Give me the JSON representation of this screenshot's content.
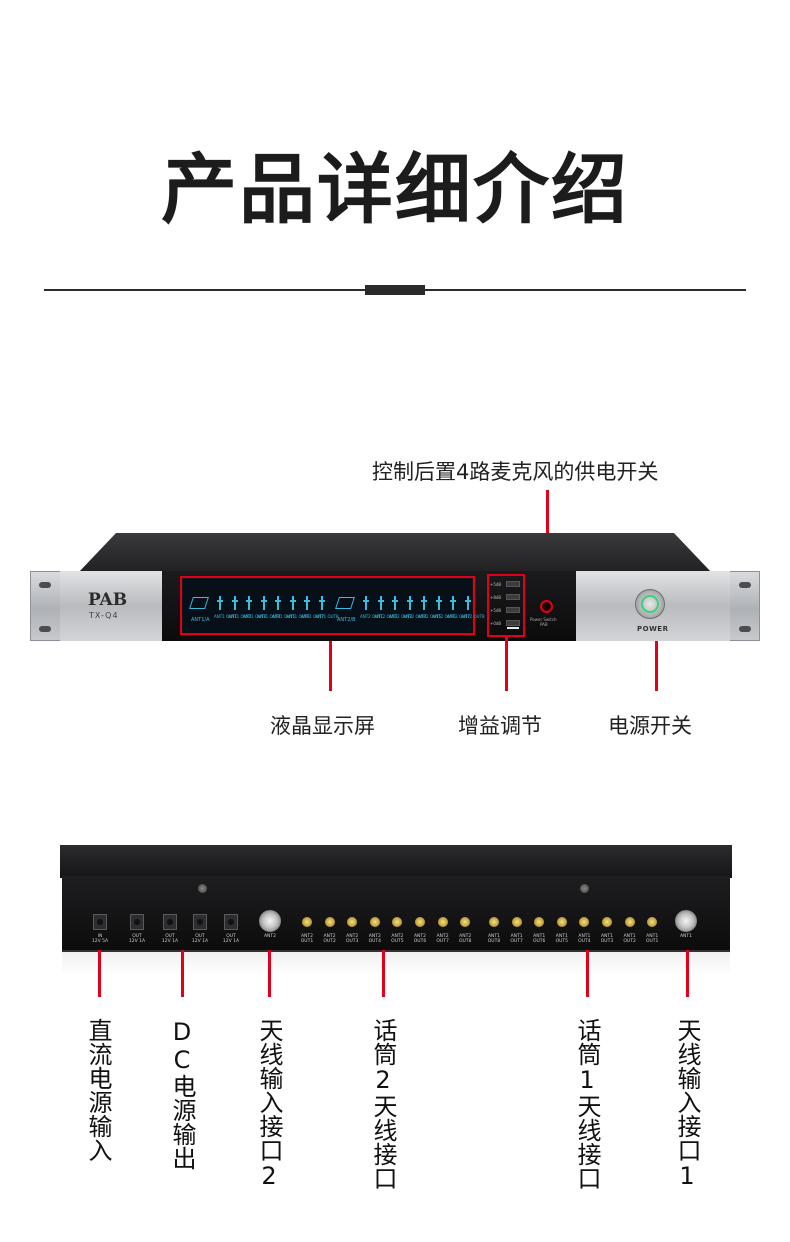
{
  "header": {
    "title": "产品详细介绍"
  },
  "front": {
    "brand": "PAB",
    "model": "TX-Q4",
    "lcd": {
      "ant_left": "ANT1/A",
      "ant_right": "ANT2/B",
      "channels_left": [
        "ANT1 OUT1",
        "ANT1 OUT2",
        "ANT1 OUT3",
        "ANT1 OUT4",
        "ANT1 OUT5",
        "ANT1 OUT6",
        "ANT1 OUT7",
        "ANT1 OUT8"
      ],
      "channels_right": [
        "ANT2 OUT1",
        "ANT2 OUT2",
        "ANT2 OUT3",
        "ANT2 OUT4",
        "ANT2 OUT5",
        "ANT2 OUT6",
        "ANT2 OUT7",
        "ANT2 OUT8"
      ]
    },
    "gain_levels": [
      "+5dB",
      "+8dB",
      "+5dB",
      "+0dB"
    ],
    "power_switch_label": "Power Switch",
    "power_switch_sub": "PAB",
    "power_label": "POWER",
    "callouts": {
      "top": "控制后置4路麦克风的供电开关",
      "lcd": "液晶显示屏",
      "gain": "增益调节",
      "power": "电源开关"
    }
  },
  "rear": {
    "dc_ports": [
      {
        "name": "IN",
        "spec": "12V 5A"
      },
      {
        "name": "OUT",
        "spec": "12V 1A"
      },
      {
        "name": "OUT",
        "spec": "12V 1A"
      },
      {
        "name": "OUT",
        "spec": "12V 1A"
      },
      {
        "name": "OUT",
        "spec": "12V 1A"
      }
    ],
    "ant2_label": "ANT2",
    "ant1_label": "ANT1",
    "ant2_outputs": [
      "ANT2 OUT1",
      "ANT2 OUT2",
      "ANT2 OUT3",
      "ANT2 OUT4",
      "ANT2 OUT5",
      "ANT2 OUT6",
      "ANT2 OUT7",
      "ANT2 OUT8"
    ],
    "ant1_outputs": [
      "ANT1 OUT8",
      "ANT1 OUT7",
      "ANT1 OUT6",
      "ANT1 OUT5",
      "ANT1 OUT4",
      "ANT1 OUT3",
      "ANT1 OUT2",
      "ANT1 OUT1"
    ],
    "callouts": {
      "dc_in": "直流电源输入",
      "dc_out": "DC电源输出",
      "ant2_in": "天线输入接口2",
      "mic2": "话筒2天线接口",
      "mic1": "话筒1天线接口",
      "ant1_in": "天线输入接口1"
    }
  },
  "colors": {
    "accent": "#e0001a",
    "text": "#222222",
    "lcd_glow": "#39bde0"
  }
}
